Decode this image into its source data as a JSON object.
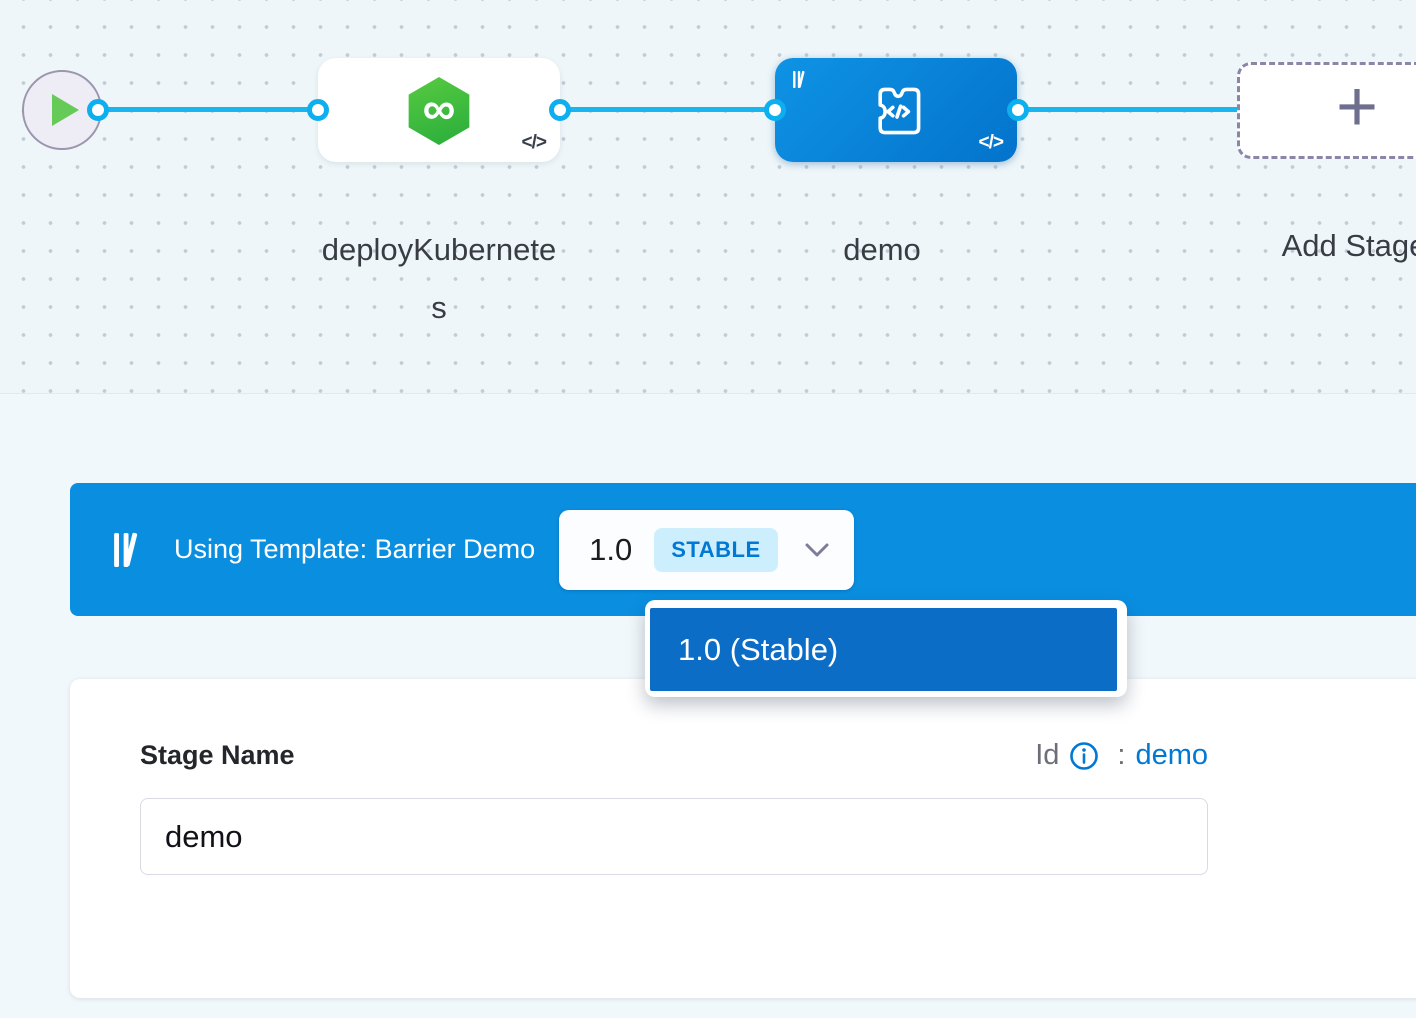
{
  "canvas": {
    "nodes": [
      {
        "label": "deployKubernetes",
        "type": "deploy-stage"
      },
      {
        "label": "demo",
        "type": "template-stage"
      },
      {
        "label": "Add Stage",
        "type": "add-stage"
      }
    ],
    "code_glyph": "</>",
    "infinity_glyph": "∞",
    "plus_glyph": "+"
  },
  "template_bar": {
    "label": "Using Template: Barrier Demo",
    "version": "1.0",
    "badge": "STABLE"
  },
  "version_dropdown": {
    "items": [
      {
        "label": "1.0 (Stable)",
        "selected": true
      }
    ]
  },
  "stage_form": {
    "name_label": "Stage Name",
    "id_label": "Id",
    "id_separator": ":",
    "id_value": "demo",
    "name_value": "demo"
  },
  "colors": {
    "banner_blue": "#0a8fe0",
    "dropdown_item_blue": "#0b6dc6",
    "link_blue": "#0278d5",
    "badge_bg": "#cdeffd",
    "edge_blue": "#18b5ef",
    "node_green": "#3fbf3e",
    "canvas_bg": "#eef6f9",
    "page_bg": "#f1f8fb"
  }
}
